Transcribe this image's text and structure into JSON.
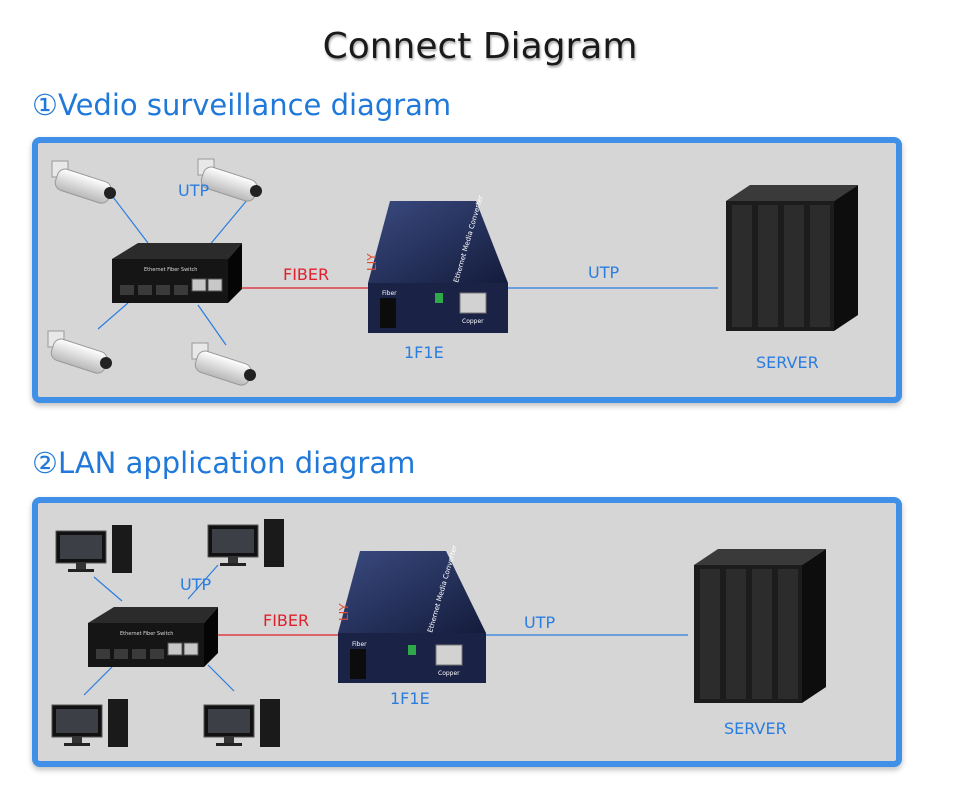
{
  "title": "Connect Diagram",
  "sections": [
    {
      "heading": "①Vedio surveillance diagram",
      "labels": {
        "utp_edge": "UTP",
        "fiber": "FIBER",
        "utp_link": "UTP",
        "converter": "1F1E",
        "server": "SERVER"
      },
      "switch_text": "Ethernet Fiber Switch",
      "converter_text": {
        "model": "Ethernet Media Converter",
        "fiber": "Fiber",
        "copper": "Copper"
      }
    },
    {
      "heading": "②LAN application diagram",
      "labels": {
        "utp_edge": "UTP",
        "fiber": "FIBER",
        "utp_link": "UTP",
        "converter": "1F1E",
        "server": "SERVER"
      },
      "switch_text": "Ethernet Fiber Switch",
      "converter_text": {
        "model": "Ethernet Media Converter",
        "fiber": "Fiber",
        "copper": "Copper"
      }
    }
  ],
  "colors": {
    "accent": "#3f90e6",
    "heading": "#2079d8",
    "fiber_line": "#e0202c",
    "utp_line": "#2a7de0",
    "panel_bg": "#d6d6d6"
  }
}
